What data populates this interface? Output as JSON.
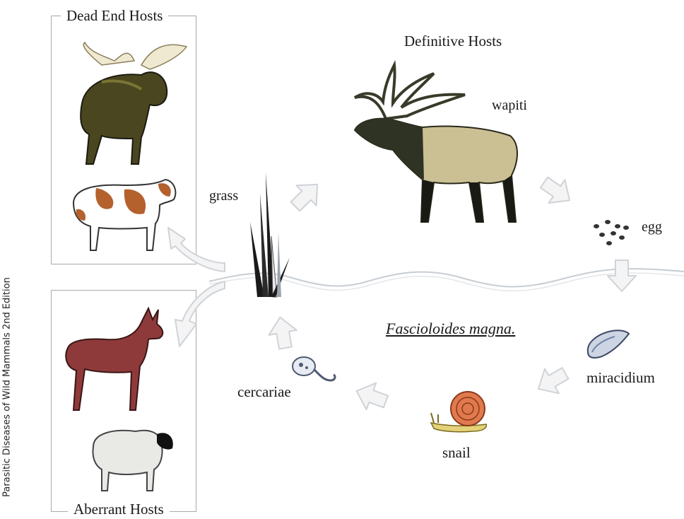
{
  "side_credit": "Parasitic Diseases of Wild Mammals 2nd Edition",
  "species_name": "Fascioloides magna.",
  "boxes": {
    "dead_end_title": "Dead End Hosts",
    "aberrant_title": "Aberrant Hosts"
  },
  "labels": {
    "definitive_hosts": "Definitive Hosts",
    "wapiti": "wapiti",
    "grass": "grass",
    "egg": "egg",
    "miracidium": "miracidium",
    "snail": "snail",
    "cercariae": "cercariae"
  },
  "icons": [
    "moose-icon",
    "cow-icon",
    "deer-icon",
    "sheep-icon",
    "elk-icon",
    "grass-icon",
    "egg-icon",
    "miracidium-icon",
    "snail-icon",
    "cercariae-icon"
  ],
  "colors": {
    "arrow_fill": "#f4f4f4",
    "arrow_stroke": "#cfd3d8",
    "box_border": "#a9a9a9"
  }
}
